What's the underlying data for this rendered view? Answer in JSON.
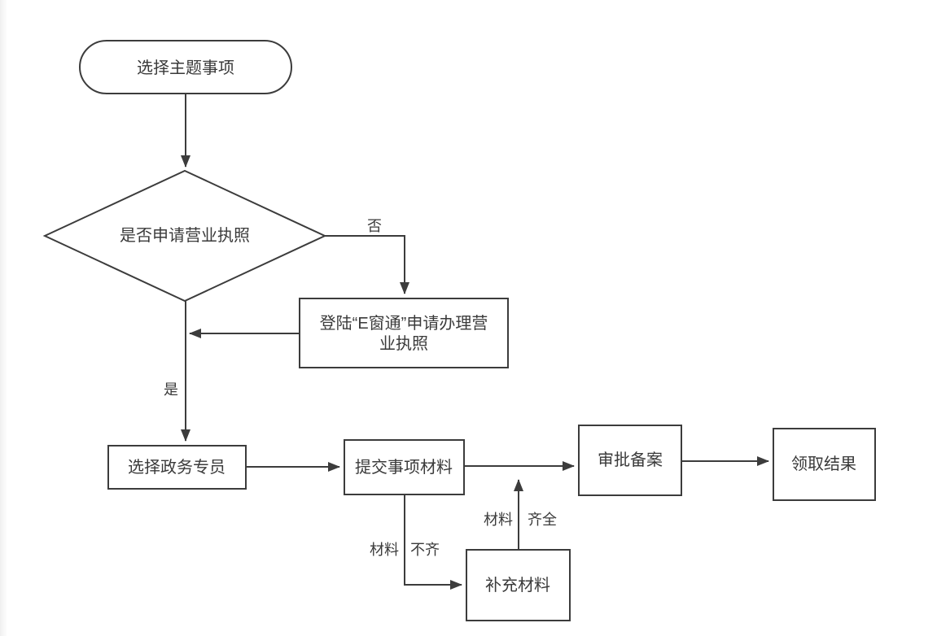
{
  "diagram": {
    "type": "flowchart",
    "background_color": "#ffffff",
    "stroke_color": "#3c3c3c",
    "text_color": "#3a3a3a",
    "nodes": {
      "start": {
        "shape": "stadium",
        "label": "选择主题事项"
      },
      "decision": {
        "shape": "diamond",
        "label": "是否申请营业执照"
      },
      "ewintong": {
        "shape": "rect",
        "label": "登陆“E窗通”申请办理营业执照",
        "label_lines": [
          "登陆“E窗通”申请办理营",
          "业执照"
        ]
      },
      "specialist": {
        "shape": "rect",
        "label": "选择政务专员"
      },
      "submit": {
        "shape": "rect",
        "label": "提交事项材料"
      },
      "approval": {
        "shape": "rect",
        "label": "审批备案"
      },
      "result": {
        "shape": "rect",
        "label": "领取结果"
      },
      "supplement": {
        "shape": "rect",
        "label": "补充材料"
      }
    },
    "edges": {
      "start_to_decision": {
        "from": "start",
        "to": "decision",
        "label": ""
      },
      "decision_no": {
        "from": "decision",
        "to": "ewintong",
        "label": "否"
      },
      "ewintong_back": {
        "from": "ewintong",
        "to": "decision_branch",
        "label": ""
      },
      "decision_yes": {
        "from": "decision",
        "to": "specialist",
        "label": "是"
      },
      "specialist_to_submit": {
        "from": "specialist",
        "to": "submit",
        "label": ""
      },
      "submit_to_approval": {
        "from": "submit",
        "to": "approval",
        "label": ""
      },
      "approval_to_result": {
        "from": "approval",
        "to": "result",
        "label": ""
      },
      "submit_incomplete": {
        "from": "submit",
        "to": "supplement",
        "label_left": "材料",
        "label_right": "不齐"
      },
      "supplement_complete": {
        "from": "supplement",
        "to": "submit_to_approval",
        "label_left": "材料",
        "label_right": "齐全"
      }
    }
  }
}
